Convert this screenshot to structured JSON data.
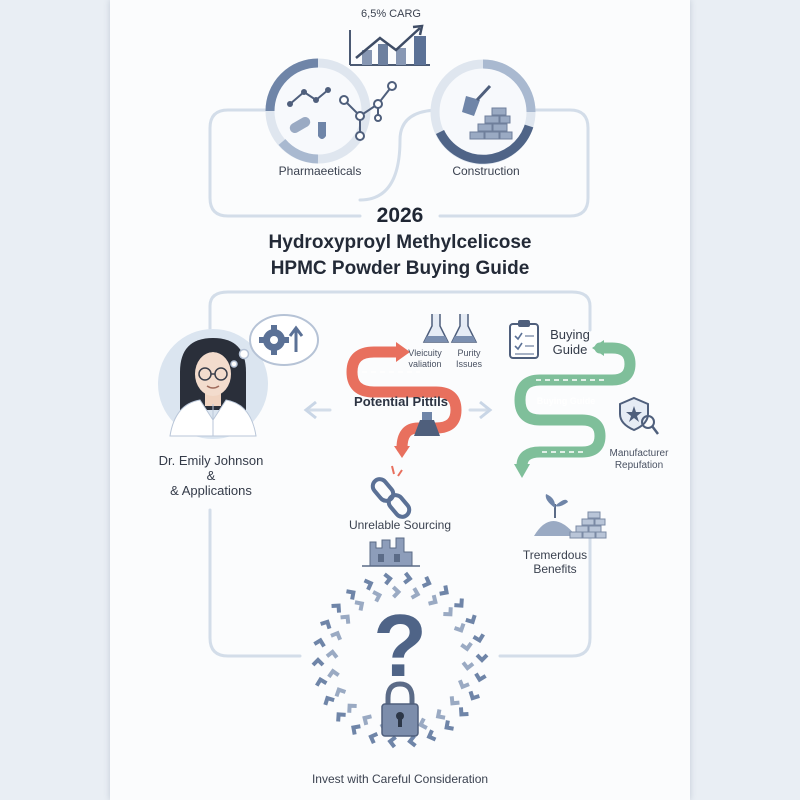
{
  "header": {
    "growth_label": "6,5% CARG",
    "year": "2026",
    "title_line1": "Hydroxyproyl Methylcelicose",
    "title_line2": "HPMC Powder Buying Guide"
  },
  "top": {
    "left_label": "Pharmaeeticals",
    "right_label": "Construction"
  },
  "middle": {
    "expert_name": "Dr. Emily Johnson",
    "expert_amp": "&",
    "expert_sub": "& Applications",
    "pitfalls_title": "Potential Pittils",
    "flask1_label_l1": "Vleicuity",
    "flask1_label_l2": "valiation",
    "flask2_label_l1": "Purity",
    "flask2_label_l2": "Issues",
    "sourcing_label": "Unrelable Sourcing",
    "buying_guide_title": "Buying Guide",
    "buying_guide_path_label": "Buying Guide",
    "reputation_l1": "Manufacturer",
    "reputation_l2": "Repufation",
    "benefits_l1": "Tremerdous",
    "benefits_l2": "Benefits"
  },
  "footer": {
    "caption": "Invest with Careful Consideration"
  },
  "colors": {
    "primary_blue": "#5b7196",
    "light_blue": "#c9d6e6",
    "pitfall_red": "#e8705e",
    "guide_green": "#7fbf9a",
    "line_grey": "#d3dde9"
  }
}
